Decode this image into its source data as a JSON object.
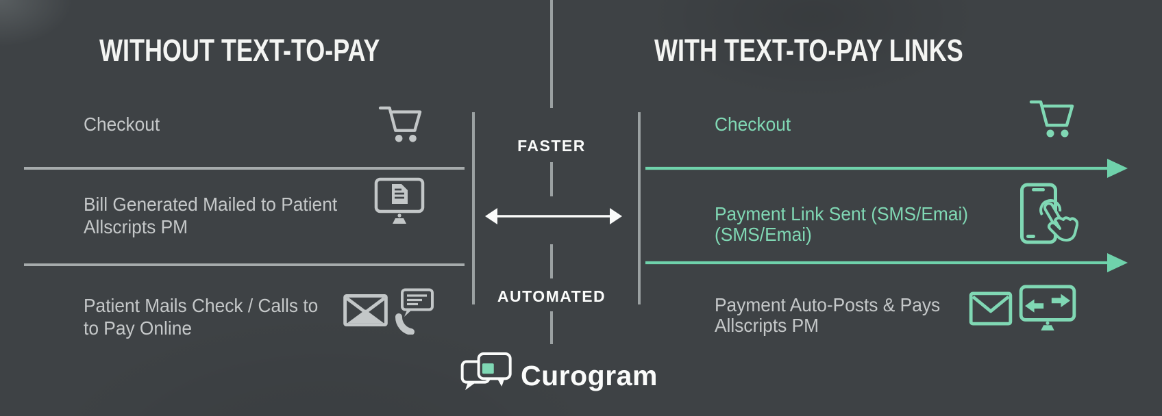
{
  "colors": {
    "background": "#3e4245",
    "title_text": "#f4f5f3",
    "body_text_gray": "#c5c8c9",
    "line_gray": "#a6abac",
    "divider_gray": "#9ba1a2",
    "teal": "#80d8b4",
    "teal_arrow": "#6fd2ab",
    "white_text": "#fafbfa",
    "logo_mint": "#7fd8b4"
  },
  "left_panel": {
    "title": "WITHOUT TEXT-TO-PAY",
    "rows": [
      {
        "lines": [
          "Checkout"
        ],
        "icons": [
          "shopping-cart"
        ]
      },
      {
        "lines": [
          "Bill Generated Mailed to Patient",
          "Allscripts PM"
        ],
        "icons": [
          "computer-document"
        ]
      },
      {
        "lines": [
          "Patient Mails Check / Calls to",
          "to Pay Online"
        ],
        "icons": [
          "envelope",
          "phone-chat"
        ]
      }
    ]
  },
  "center": {
    "top_label": "FASTER",
    "bottom_label": "AUTOMATED"
  },
  "right_panel": {
    "title": "WITH TEXT-TO-PAY LINKS",
    "rows": [
      {
        "lines": [
          "Checkout"
        ],
        "icons": [
          "shopping-cart"
        ]
      },
      {
        "lines": [
          "Payment Link Sent (SMS/Emai)",
          "(SMS/Emai)"
        ],
        "icons": [
          "phone-tap"
        ]
      },
      {
        "lines": [
          "Payment Auto-Posts & Pays",
          "Allscripts PM"
        ],
        "icons": [
          "envelope-outline",
          "computer-transfer"
        ]
      }
    ]
  },
  "footer": {
    "brand": "Curogram"
  }
}
